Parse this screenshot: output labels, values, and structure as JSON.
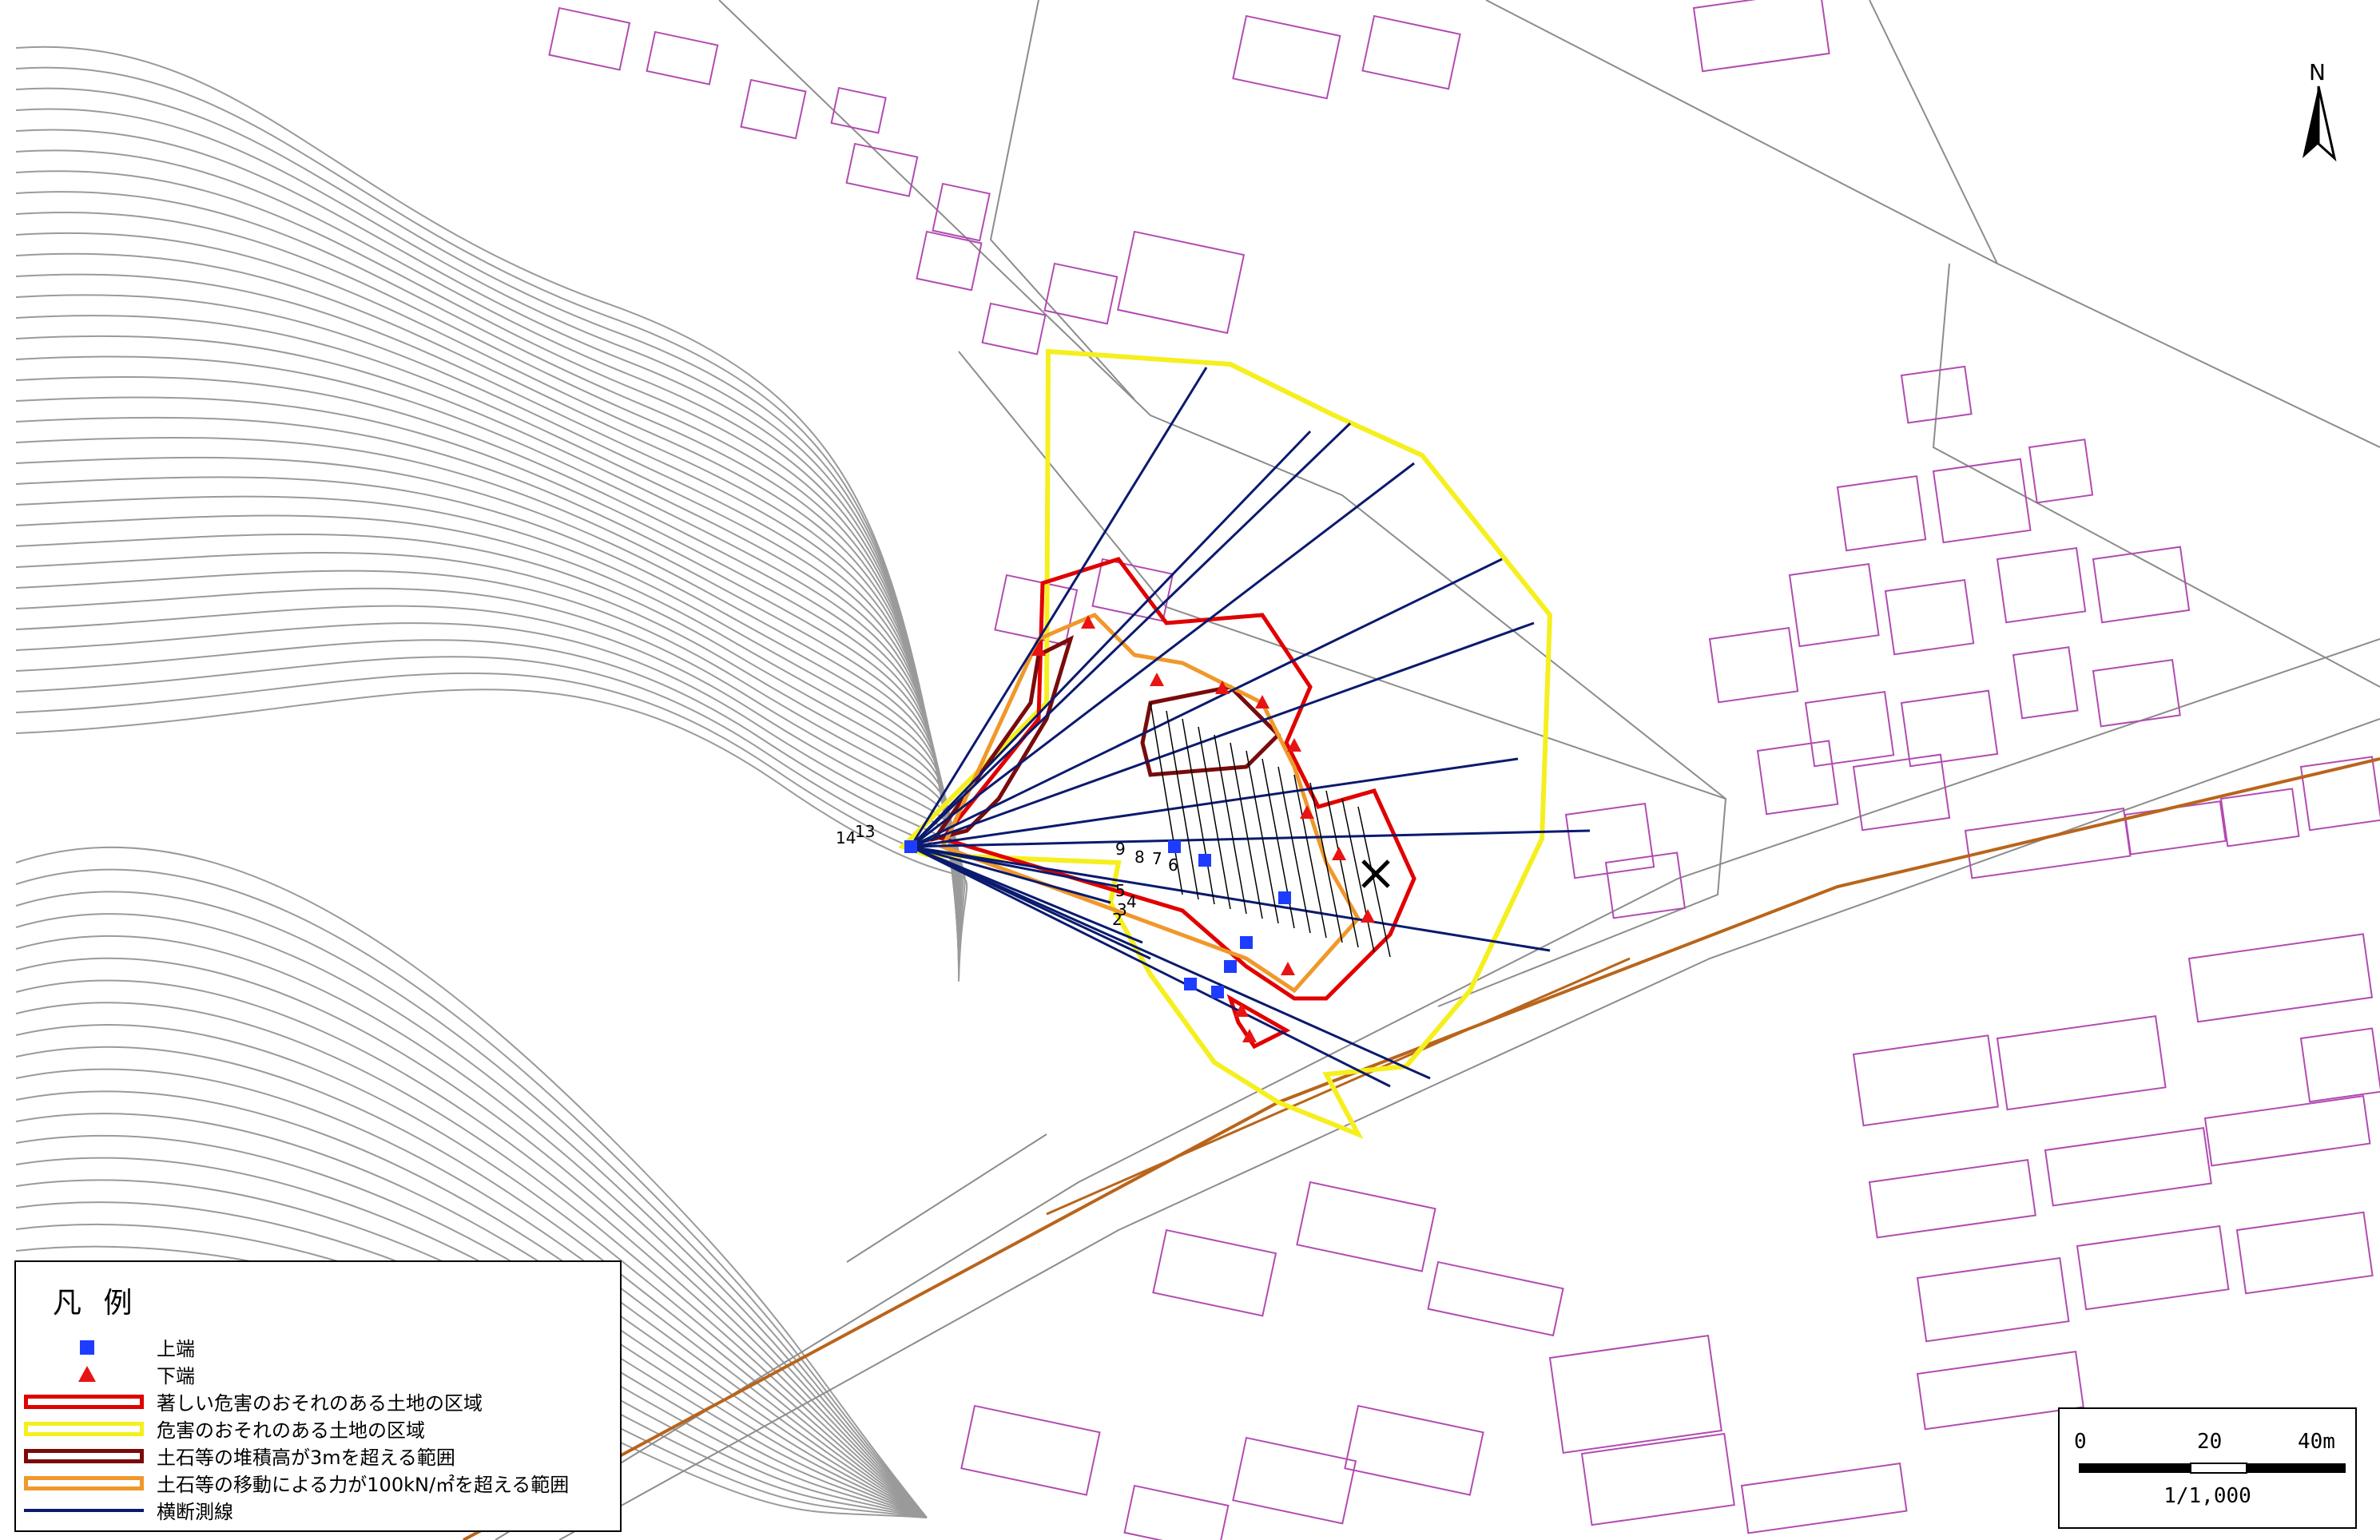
{
  "map": {
    "north_label": "N",
    "colors": {
      "building": "#b24bb2",
      "contour": "#9a9a9a",
      "road": "#8c8c8c",
      "rail": "#b8651b",
      "severe_zone": "#e00000",
      "hazard_zone": "#f5ef1e",
      "deposit_3m": "#7a0b0b",
      "force_100kn": "#f0982a",
      "survey_line": "#0a1a6e",
      "upper_end": "#1e3cff",
      "lower_end": "#e81414"
    }
  },
  "profile_labels": [
    "14",
    "13",
    "9",
    "8",
    "7",
    "6",
    "5",
    "4",
    "3",
    "2"
  ],
  "legend": {
    "title": "凡 例",
    "items": [
      {
        "key": "upper_end",
        "label": "上端",
        "symbol": "blue-square"
      },
      {
        "key": "lower_end",
        "label": "下端",
        "symbol": "red-triangle"
      },
      {
        "key": "severe_zone",
        "label": "著しい危害のおそれのある土地の区域",
        "symbol": "red-outline"
      },
      {
        "key": "hazard_zone",
        "label": "危害のおそれのある土地の区域",
        "symbol": "yellow-outline"
      },
      {
        "key": "deposit_3m",
        "label": "土石等の堆積高が3mを超える範囲",
        "symbol": "darkred-outline"
      },
      {
        "key": "force_100kn",
        "label": "土石等の移動による力が100kN/㎡を超える範囲",
        "symbol": "orange-outline"
      },
      {
        "key": "survey_line",
        "label": "横断測線",
        "symbol": "navy-line"
      }
    ]
  },
  "scale": {
    "ticks": [
      "0",
      "20",
      "40m"
    ],
    "ratio": "1/1,000"
  }
}
